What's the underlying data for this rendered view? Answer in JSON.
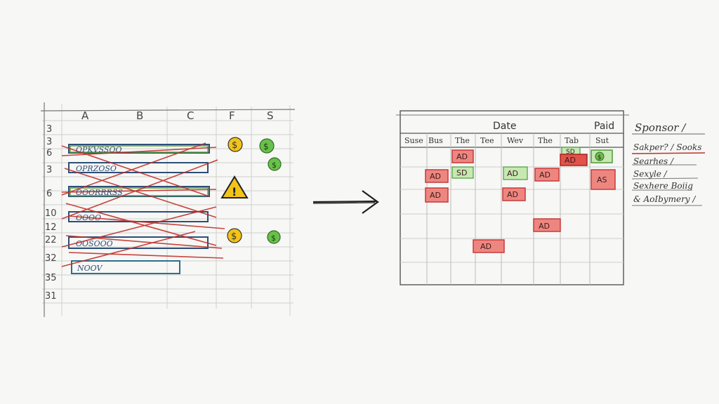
{
  "spreadsheet": {
    "column_headers": [
      "A",
      "B",
      "C",
      "F",
      "S"
    ],
    "row_numbers": [
      "3",
      "3",
      "6",
      "3",
      "6",
      "10",
      "12",
      "22",
      "32",
      "35",
      "31"
    ],
    "cells": [
      {
        "text": "OPKVSSOO"
      },
      {
        "text": "OPRZOSO"
      },
      {
        "text": "OOORRRSS"
      },
      {
        "text": "OOOO"
      },
      {
        "text": "OOSOOO"
      },
      {
        "text": "NOOV"
      }
    ],
    "status_icons": {
      "coin": "$",
      "warning": "!"
    }
  },
  "arrow": {
    "icon": "right-arrow-icon"
  },
  "calendar": {
    "header_date": "Date",
    "header_paid": "Paid",
    "days": [
      "Suse",
      "Bus",
      "The",
      "Tee",
      "Wev",
      "The",
      "Tab",
      "Sut"
    ],
    "blocks": [
      {
        "label": "AD",
        "kind": "red"
      },
      {
        "label": "SD",
        "kind": "green"
      },
      {
        "label": "AD",
        "kind": "red"
      },
      {
        "label": "AD",
        "kind": "red"
      },
      {
        "label": "SD",
        "kind": "green"
      },
      {
        "label": "AD",
        "kind": "green"
      },
      {
        "label": "AD",
        "kind": "red"
      },
      {
        "label": "AS",
        "kind": "red"
      },
      {
        "label": "AD",
        "kind": "red"
      },
      {
        "label": "AD",
        "kind": "red"
      },
      {
        "label": "AD",
        "kind": "red"
      },
      {
        "label": "AD",
        "kind": "red"
      },
      {
        "label": "$",
        "kind": "green"
      }
    ]
  },
  "sponsor_panel": {
    "title": "Sponsor /",
    "items": [
      "Sakper? / Sooks",
      "Searhes /",
      "Sexyle /",
      "Sexhere Boiig",
      "& AoIbymery /"
    ]
  },
  "colors": {
    "red_fill": "#ee8680",
    "red_stroke": "#c63a3a",
    "green_fill": "#c7e8b3",
    "green_stroke": "#4f9a3a",
    "coin_fill": "#f2c318",
    "green_coin": "#69c04a",
    "ink": "#3a3a3a",
    "grid": "#c8c8c8"
  }
}
